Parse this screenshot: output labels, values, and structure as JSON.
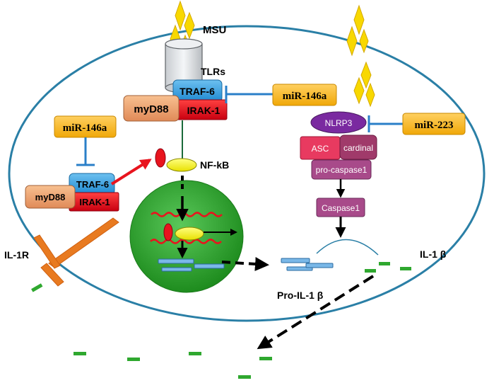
{
  "colors": {
    "cell_border": "#2a7fa6",
    "nucleus": "#2ea32e",
    "traf6": "#2f9be0",
    "irak1": "#e8141e",
    "myd88": "#f0a070",
    "mirna_box": "#f8b818",
    "nfkb": "#f0f000",
    "receptor": "#e87a20",
    "cytokine": "#2fa82f",
    "nlrp3": "#7a2aa0",
    "asc": "#e83a60",
    "cardinal": "#a03a6a",
    "caspase": "#a84a8a",
    "crystal": "#f8d800"
  },
  "labels": {
    "msu": "MSU",
    "tlrs": "TLRs",
    "traf6_top": "TRAF-6",
    "irak1_top": "IRAK-1",
    "myd88_top": "myD88",
    "mir146a_top": "miR-146a",
    "mir146a_left": "miR-146a",
    "traf6_left": "TRAF-6",
    "irak1_left": "IRAK-1",
    "myd88_left": "myD88",
    "nfkb": "NF-kB",
    "il1r": "IL-1R",
    "nlrp3": "NLRP3",
    "asc": "ASC",
    "cardinal": "cardinal",
    "procaspase1": "pro-caspase1",
    "caspase1": "Caspase1",
    "mir223": "miR-223",
    "pro_il1b": "Pro-IL-1 β",
    "il1b": "IL-1 β"
  }
}
